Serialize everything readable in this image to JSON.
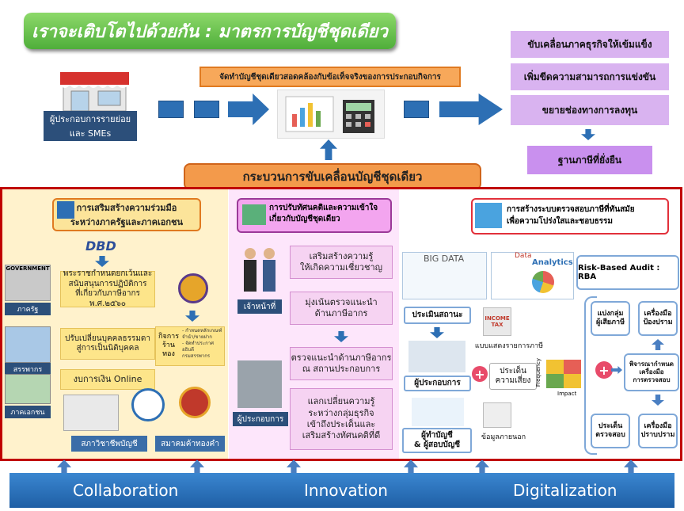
{
  "title": "เราจะเติบโตไปด้วยกัน : มาตรการบัญชีชุดเดียว",
  "goals": [
    "ขับเคลื่อนภาคธุรกิจให้เข้มแข็ง",
    "เพิ่มขีดความสามารถการแข่งขัน",
    "ขยายช่องทางการลงทุน"
  ],
  "tax_base": "ฐานภาษีที่ยั่งยืน",
  "sme_label_1": "ผู้ประกอบการรายย่อย",
  "sme_label_2": "และ SMEs",
  "single_ledger": "จัดทำบัญชีชุดเดียวสอดคล้องกับข้อเท็จจริงของการประกอบกิจการ",
  "process_title": "กระบวนการขับเคลื่อนบัญชีชุดเดียว",
  "col1": {
    "title_1": "การเสริมสร้างความร่วมมือ",
    "title_2": "ระหว่างภาครัฐและภาคเอกชน",
    "dbd": "DBD",
    "gov_img": "GOVERNMENT",
    "gov": "ภาครัฐ",
    "revenue": "สรรพากร",
    "private": "ภาคเอกชน",
    "box1_1": "พระราชกำหนดยกเว้นและ",
    "box1_2": "สนับสนุนการปฏิบัติการ",
    "box1_3": "ที่เกี่ยวกับภาษีอากร พ.ศ.๒๕๖๐",
    "box2_1": "ปรับเปลี่ยนบุคคลธรรมดา",
    "box2_2": "สู่การเป็นนิติบุคคล",
    "box3": "งบการเงิน Online",
    "gold_1": "กิจการ",
    "gold_2": "ร้านทอง",
    "gold_note_1": "- กำหนดหลักเกณฑ์",
    "gold_note_2": "จำนำ/ขายฝาก",
    "gold_note_3": "- จัดทำประกาศอธิบดี",
    "gold_note_4": "กรมสรรพากร",
    "acc_council": "สภาวิชาชีพบัญชี",
    "gold_assoc": "สมาคมค้าทองคำ"
  },
  "col2": {
    "title_1": "การปรับทัศนคติและความเข้าใจ",
    "title_2": "เกี่ยวกับบัญชีชุดเดียว",
    "officer": "เจ้าหน้าที่",
    "entrepreneur": "ผู้ประกอบการ",
    "b1_1": "เสริมสร้างความรู้",
    "b1_2": "ให้เกิดความเชี่ยวชาญ",
    "b2_1": "มุ่งเน้นตรวจแนะนำ",
    "b2_2": "ด้านภาษีอากร",
    "b3_1": "ตรวจแนะนำด้านภาษีอากร",
    "b3_2": "ณ สถานประกอบการ",
    "b4_1": "แลกเปลี่ยนความรู้",
    "b4_2": "ระหว่างกลุ่มธุรกิจ",
    "b4_3": "เข้าถึงประเด็นและ",
    "b4_4": "เสริมสร้างทัศนคติที่ดี"
  },
  "col3": {
    "title_1": "การสร้างระบบตรวจสอบภาษีที่ทันสมัย",
    "title_2": "เพื่อความโปร่งใสและชอบธรรม",
    "big_data": "BIG DATA",
    "analytics_1": "Data",
    "analytics_2": "Analytics",
    "rba": "Risk-Based Audit : RBA",
    "assess": "ประเมินสถานะ",
    "tax_form": "แบบแสดงรายการภาษี",
    "income_tax_1": "INCOME",
    "income_tax_2": "TAX",
    "entrepreneur": "ผู้ประกอบการ",
    "risk_1": "ประเด็น",
    "risk_2": "ความเสี่ยง",
    "frequency": "Frequency",
    "impact": "Impact",
    "auditor_1": "ผู้ทำบัญชี",
    "auditor_2": "& ผู้สอบบัญชี",
    "external": "ข้อมูลภายนอก",
    "segment_1": "แบ่งกลุ่ม",
    "segment_2": "ผู้เสียภาษี",
    "tool_1": "เครื่องมือ",
    "tool_2": "ป้องปราม",
    "consider_1": "พิจารณากำหนด",
    "consider_2": "เครื่องมือ",
    "consider_3": "การตรวจสอบ",
    "audit_issue_1": "ประเด็น",
    "audit_issue_2": "ตรวจสอบ",
    "suppress_1": "เครื่องมือ",
    "suppress_2": "ปราบปราม"
  },
  "footer": [
    "Collaboration",
    "Innovation",
    "Digitalization"
  ]
}
